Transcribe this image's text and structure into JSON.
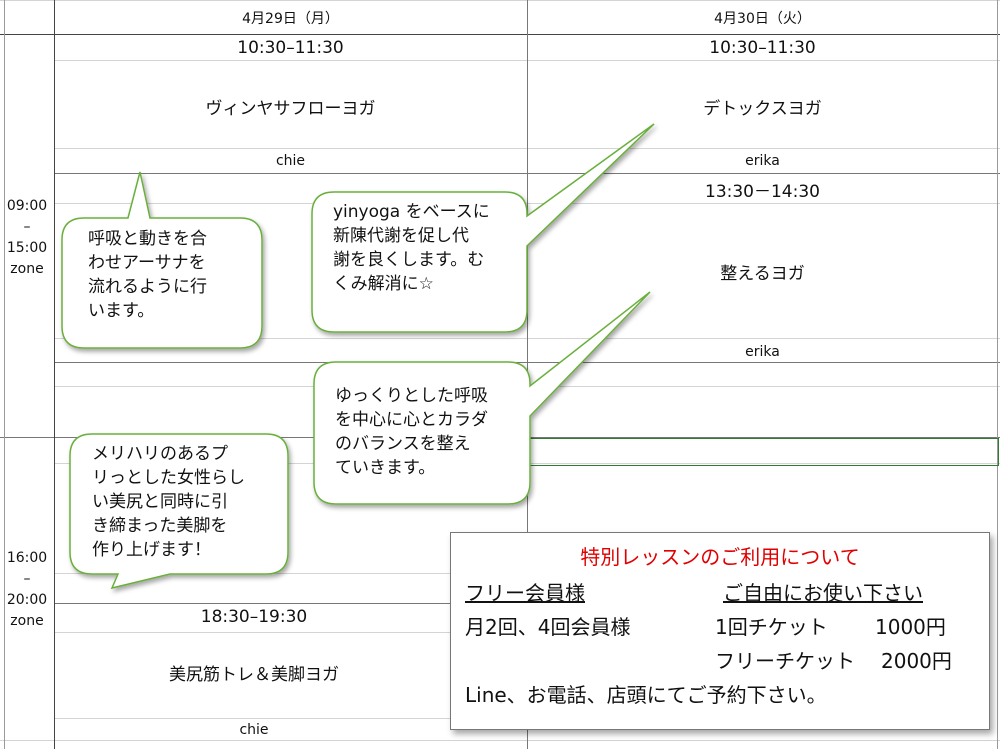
{
  "columns": {
    "col1": {
      "date": "4月29日（月）"
    },
    "col2": {
      "date": "4月30日（火）"
    }
  },
  "time_slots": {
    "morning": {
      "start": "09:00",
      "dash": "–",
      "end": "15:00",
      "zone": "zone"
    },
    "evening": {
      "start": "16:00",
      "dash": "–",
      "end": "20:00",
      "zone": "zone"
    }
  },
  "lessons": {
    "l1": {
      "time": "10:30–11:30",
      "name": "ヴィンヤサフローヨガ",
      "instructor": "chie"
    },
    "l2": {
      "time": "10:30–11:30",
      "name": "デトックスヨガ",
      "instructor": "erika"
    },
    "l3": {
      "time": "13:30－14:30",
      "name": "整えるヨガ",
      "instructor": "erika"
    },
    "l4": {
      "time": "18:30–19:30",
      "name": "美尻筋トレ＆美脚ヨガ",
      "instructor": "chie"
    }
  },
  "bubbles": {
    "b1": [
      "呼吸と動きを合",
      "わせアーサナを",
      "流れるように行",
      "います。"
    ],
    "b2": [
      "yinyoga をベースに",
      "新陳代謝を促し代",
      "謝を良くします。む",
      "くみ解消に☆"
    ],
    "b3": [
      "ゆっくりとした呼吸",
      "を中心に心とカラダ",
      "のバランスを整え",
      "ていきます。"
    ],
    "b4": [
      "メリハリのあるプ",
      "リっとした女性らし",
      "い美尻と同時に引",
      "き締まった美脚を",
      "作り上げます！"
    ]
  },
  "notice": {
    "title": "特別レッスンのご利用について",
    "free_member": "フリー会員様",
    "free_use": "ご自由にお使い下さい",
    "monthly_member": "月2回、4回会員様",
    "ticket1_label": "1回チケット",
    "ticket1_price": "1000円",
    "ticket2_label": "フリーチケット",
    "ticket2_price": "2000円",
    "contact": "Line、お電話、店頭にてご予約下さい。"
  },
  "colors": {
    "accent_red": "#e00000",
    "bubble_border": "#6aaf3c",
    "selection_green": "#2e7d32"
  }
}
